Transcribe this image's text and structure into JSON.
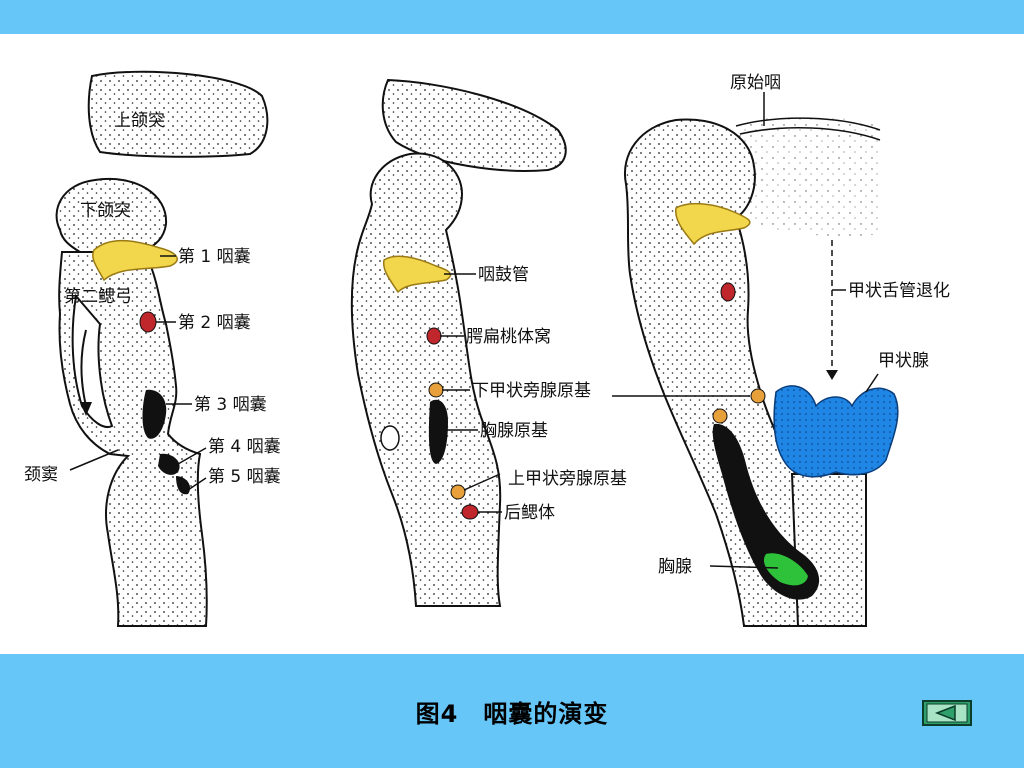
{
  "figure": {
    "panel1": {
      "maxillary_process": "上颌突",
      "mandibular_process": "下颌突",
      "pouch_1": "第 1 咽囊",
      "second_arch": "第二鳃弓",
      "pouch_2": "第 2 咽囊",
      "pouch_3": "第 3 咽囊",
      "pouch_4": "第 4 咽囊",
      "cervical_sinus": "颈窦",
      "pouch_5": "第 5 咽囊"
    },
    "panel2": {
      "pharyngotympanic_tube": "咽鼓管",
      "tonsillar_fossa": "腭扁桃体窝",
      "inferior_parathyroid": "下甲状旁腺原基",
      "thymus_primordium": "胸腺原基",
      "superior_parathyroid": "上甲状旁腺原基",
      "ultimobranchial_body": "后鳃体"
    },
    "panel3": {
      "primitive_pharynx": "原始咽",
      "thyroglossal_duct": "甲状舌管退化",
      "thyroid": "甲状腺",
      "thymus": "胸腺"
    }
  },
  "caption": "图4　咽囊的演变",
  "colors": {
    "frame_background": "#66c6f8",
    "tube_yellow": "#f2d64b",
    "pouch_red": "#c0272d",
    "parathyroid_orange": "#e8a13a",
    "thyroid_blue": "#1f86e6",
    "thymus_green": "#2ec23a",
    "back_button": "#2fa06b"
  },
  "back_button": {
    "icon": "back-arrow-icon"
  }
}
